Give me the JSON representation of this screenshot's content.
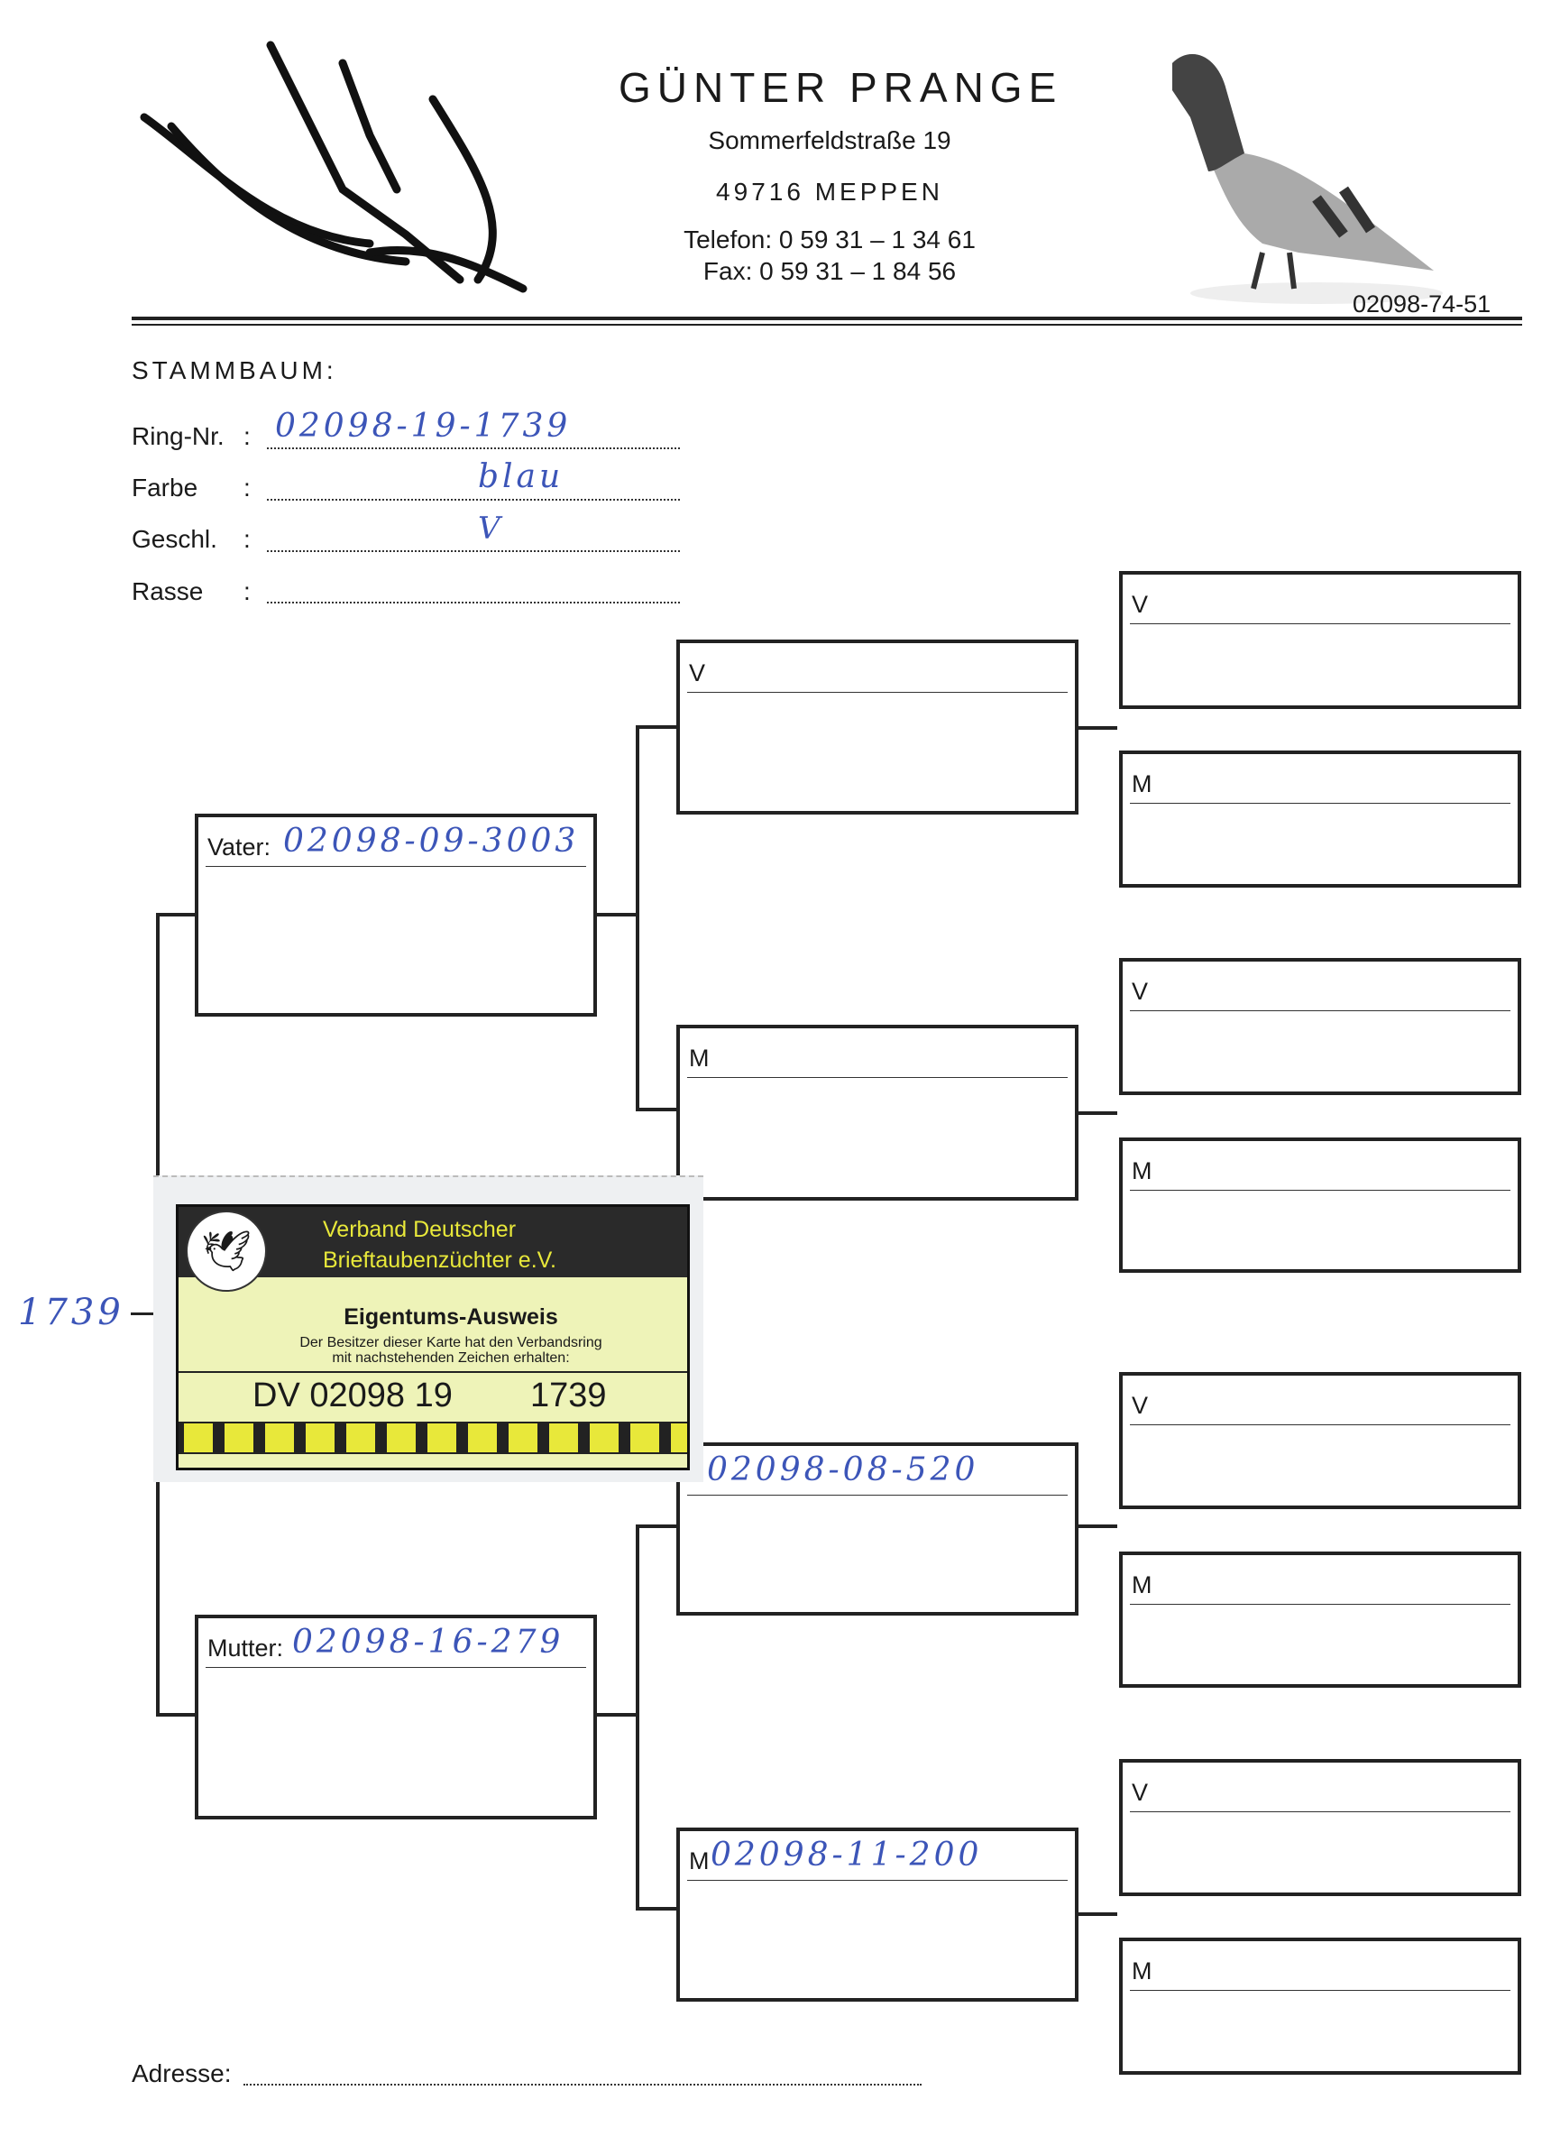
{
  "header": {
    "name": "GÜNTER PRANGE",
    "street": "Sommerfeldstraße 19",
    "city": "49716 MEPPEN",
    "phone": "Telefon: 0 59 31 – 1 34 61",
    "fax": "Fax: 0 59 31 – 1 84 56",
    "code": "02098-74-51"
  },
  "form": {
    "title": "STAMMBAUM:",
    "fields": [
      {
        "label": "Ring-Nr.",
        "value": "02098-19-1739"
      },
      {
        "label": "Farbe",
        "value": "blau"
      },
      {
        "label": "Geschl.",
        "value": "V"
      },
      {
        "label": "Rasse",
        "value": ""
      }
    ],
    "address_label": "Adresse:"
  },
  "pedigree": {
    "father": {
      "label": "Vater:",
      "value": "02098-09-3003"
    },
    "mother": {
      "label": "Mutter:",
      "value": "02098-16-279"
    },
    "gen2": [
      {
        "label": "V",
        "value": ""
      },
      {
        "label": "M",
        "value": ""
      },
      {
        "label": "",
        "value": "02098-08-520"
      },
      {
        "label": "M",
        "value": "02098-11-200"
      }
    ],
    "gen3": [
      "V",
      "M",
      "V",
      "M",
      "V",
      "M",
      "V",
      "M"
    ],
    "side_note": "1739"
  },
  "card": {
    "org1": "Verband Deutscher",
    "org2": "Brieftaubenzüchter e.V.",
    "title": "Eigentums-Ausweis",
    "text1": "Der Besitzer dieser Karte hat den Verbandsring",
    "text2": "mit nachstehenden Zeichen erhalten:",
    "ring": "DV 02098 19",
    "number": "1739"
  }
}
